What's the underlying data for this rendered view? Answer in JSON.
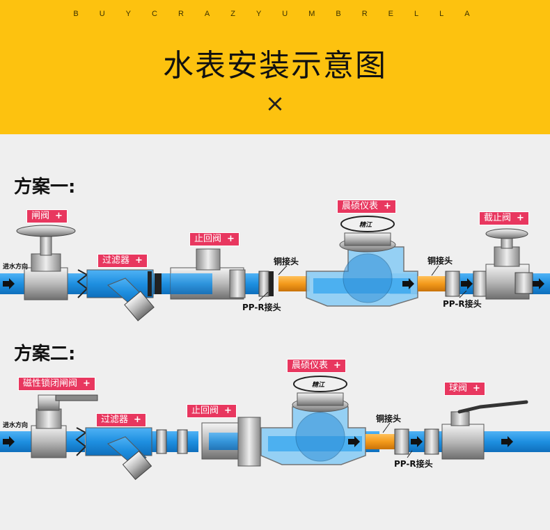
{
  "header": {
    "brand": "BUYCRAZYUMBRELLA",
    "title": "水表安装示意图",
    "symbol": "×",
    "background": "#fdc20f"
  },
  "scheme1": {
    "title": "方案一:",
    "inlet": "进水方向",
    "gate_valve": "闸阀",
    "filter": "过滤器",
    "check_valve": "止回阀",
    "meter": "晨硕仪表",
    "stop_valve": "截止阀",
    "copper_joint_left": "铜接头",
    "copper_joint_right": "铜接头",
    "ppr_joint_left": "PP-R接头",
    "ppr_joint_right": "PP-R接头",
    "meter_lid_text": "精江"
  },
  "scheme2": {
    "title": "方案二:",
    "inlet": "进水方向",
    "magnetic_valve": "磁性锁闭闸阀",
    "filter": "过滤器",
    "check_valve": "止回阀",
    "meter": "晨硕仪表",
    "ball_valve": "球阀",
    "copper_joint": "铜接头",
    "ppr_joint": "PP-R接头",
    "meter_lid_text": "精江"
  },
  "plus": "+",
  "colors": {
    "pipe": "#1e8fe0",
    "tag": "#e8375f",
    "copper": "#f39a1b",
    "metal": "#c9c9c9"
  }
}
